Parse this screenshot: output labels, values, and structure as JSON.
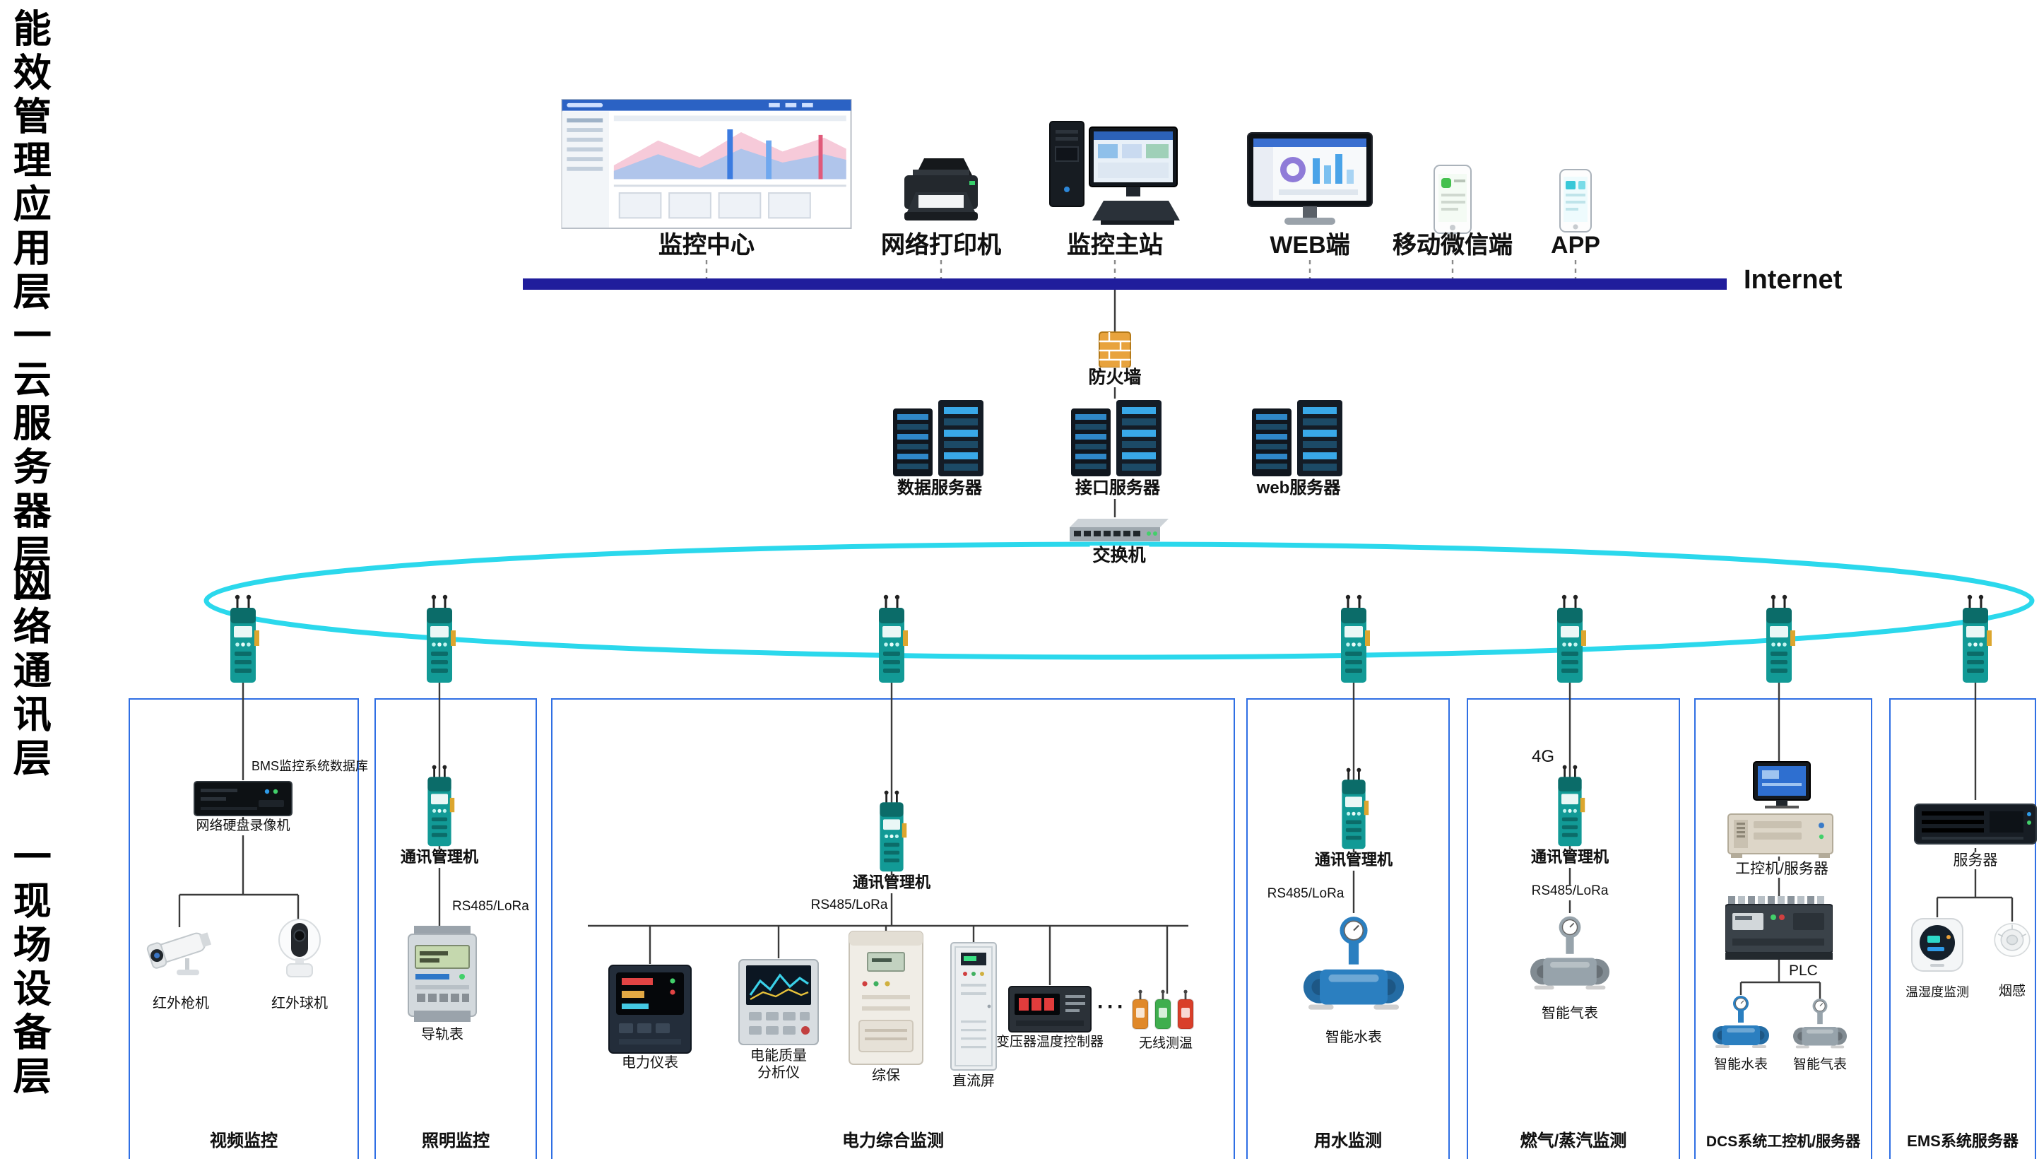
{
  "left_labels": {
    "app_cloud": "能效管理应用层一云服务器层一",
    "network": "网络通讯层",
    "field": "一现场设备层"
  },
  "top": {
    "devices": [
      {
        "label": "监控中心"
      },
      {
        "label": "网络打印机"
      },
      {
        "label": "监控主站"
      },
      {
        "label": "WEB端"
      },
      {
        "label": "移动微信端"
      },
      {
        "label": "APP"
      }
    ],
    "internet_label": "Internet"
  },
  "core": {
    "firewall_label": "防火墙",
    "servers": [
      {
        "label": "数据服务器"
      },
      {
        "label": "接口服务器"
      },
      {
        "label": "web服务器"
      }
    ],
    "switch_label": "交换机"
  },
  "zones": [
    {
      "title": "视频监控",
      "bms_label": "BMS监控系统数据库",
      "nvr_label": "网络硬盘录像机",
      "camera1_label": "红外枪机",
      "camera2_label": "红外球机"
    },
    {
      "title": "照明监控",
      "gateway_label": "通讯管理机",
      "bus_label": "RS485/LoRa",
      "meter_label": "导轨表"
    },
    {
      "title": "电力综合监测",
      "gateway_label": "通讯管理机",
      "bus_label": "RS485/LoRa",
      "device1_label": "电力仪表",
      "device2_label": "电能质量分析仪",
      "device3_label": "综保",
      "device4_label": "直流屏",
      "device5_label": "变压器温度控制器",
      "dots": "···",
      "device6_label": "无线测温"
    },
    {
      "title": "用水监测",
      "gateway_label": "通讯管理机",
      "bus_label": "RS485/LoRa",
      "meter_label": "智能水表"
    },
    {
      "title": "燃气/蒸汽监测",
      "net_tag": "4G",
      "gateway_label": "通讯管理机",
      "bus_label": "RS485/LoRa",
      "meter_label": "智能气表"
    },
    {
      "title": "DCS系统工控机/服务器",
      "ipc_label": "工控机/服务器",
      "plc_label": "PLC",
      "water_label": "智能水表",
      "gas_label": "智能气表"
    },
    {
      "title": "EMS系统服务器",
      "server_label": "服务器",
      "th_label": "温湿度监测",
      "smoke_label": "烟感"
    }
  ],
  "colors": {
    "internet_bar": "#201d9c",
    "ring": "#2bd8ec",
    "zone_border": "#2f6fe4",
    "gateway_teal": "#129a96"
  }
}
